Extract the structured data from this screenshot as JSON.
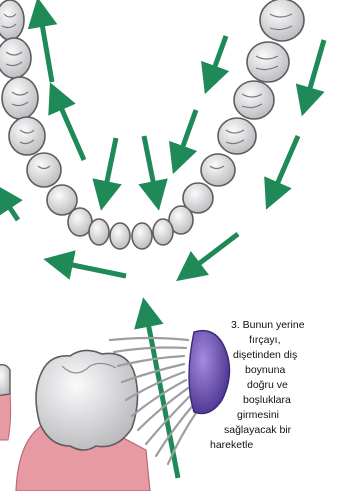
{
  "caption": {
    "lines": [
      "3. Bunun yerine",
      "fırçayı,",
      "dişetinden diş",
      "boynuna",
      "doğru ve",
      "boşluklara",
      "girmesini",
      "sağlayacak bir",
      "hareketle",
      "",
      ""
    ]
  },
  "colors": {
    "arrow": "#1f8a57",
    "tooth_fill": "#e6e6e8",
    "tooth_stroke": "#5d5d60",
    "gum": "#e89aa3",
    "brush_handle": "#6a4fb0",
    "bristles": "#9c9ea2"
  },
  "icons": [
    "upper-dental-arch",
    "movement-arrow",
    "toothbrush",
    "molar-tooth",
    "gum"
  ]
}
